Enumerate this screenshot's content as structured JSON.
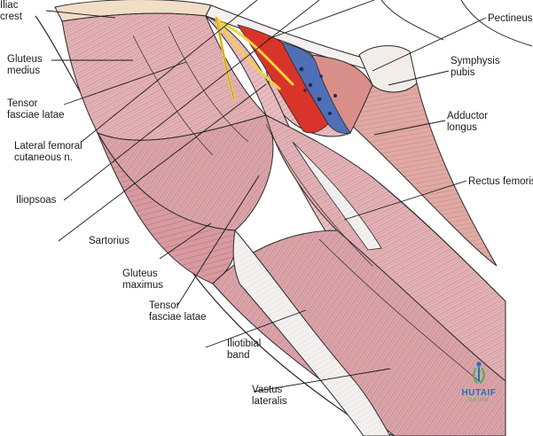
{
  "labels": {
    "iliac_crest": [
      "Iliac",
      "crest"
    ],
    "gluteus_medius": [
      "Gluteus",
      "medius"
    ],
    "tensor_fasciae_latae_upper": [
      "Tensor",
      "fasciae latae"
    ],
    "lateral_femoral_cutaneous_n": [
      "Lateral femoral",
      "cutaneous n."
    ],
    "iliopsoas": "Iliopsoas",
    "sartorius": "Sartorius",
    "gluteus_maximus": [
      "Gluteus",
      "maximus"
    ],
    "tensor_fasciae_latae_lower": [
      "Tensor",
      "fasciae latae"
    ],
    "iliotibial_band": [
      "Iliotibial",
      "band"
    ],
    "vastus_lateralis": [
      "Vastus",
      "lateralis"
    ],
    "pectineus": "Pectineus",
    "symphysis_pubis": [
      "Symphysis",
      "pubis"
    ],
    "adductor_longus": [
      "Adductor",
      "longus"
    ],
    "rectus_femoris": "Rectus femoris"
  },
  "logo": {
    "name": "HUTAIF",
    "tagline": "ORTHO"
  },
  "colors": {
    "muscle": "#e3b3b7",
    "muscle_dark": "#c9868d",
    "muscle_deep": "#d49aa0",
    "tendon": "#f2eeee",
    "nerve": "#f4d23c",
    "artery": "#d8342a",
    "vein": "#4f6fb6",
    "bone": "#f2ddc6",
    "logo_blue": "#1e73be",
    "logo_green": "#4caf50"
  }
}
